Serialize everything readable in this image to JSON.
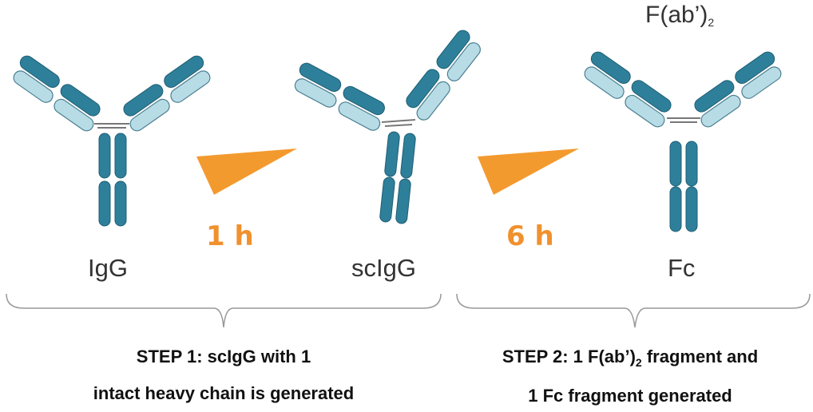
{
  "colors": {
    "heavy_chain": "#2E7F9A",
    "light_chain": "#B8DCE6",
    "outline": "#4A7F92",
    "wedge": "#F39A2E",
    "time_text": "#F0912E",
    "bracket": "#999999"
  },
  "labels": {
    "fab2_prefix": "F(ab’)",
    "fab2_sub": "2",
    "igg": "IgG",
    "scigg": "scIgG",
    "fc": "Fc"
  },
  "times": {
    "step1": "1 h",
    "step2": "6 h"
  },
  "steps": {
    "step1_line1": "STEP 1: scIgG with 1",
    "step1_line2": "intact heavy chain is generated",
    "step2_line1_a": "STEP 2: 1 F(ab’)",
    "step2_line1_sub": "2",
    "step2_line1_b": " fragment and",
    "step2_line2": "1 Fc fragment generated"
  }
}
